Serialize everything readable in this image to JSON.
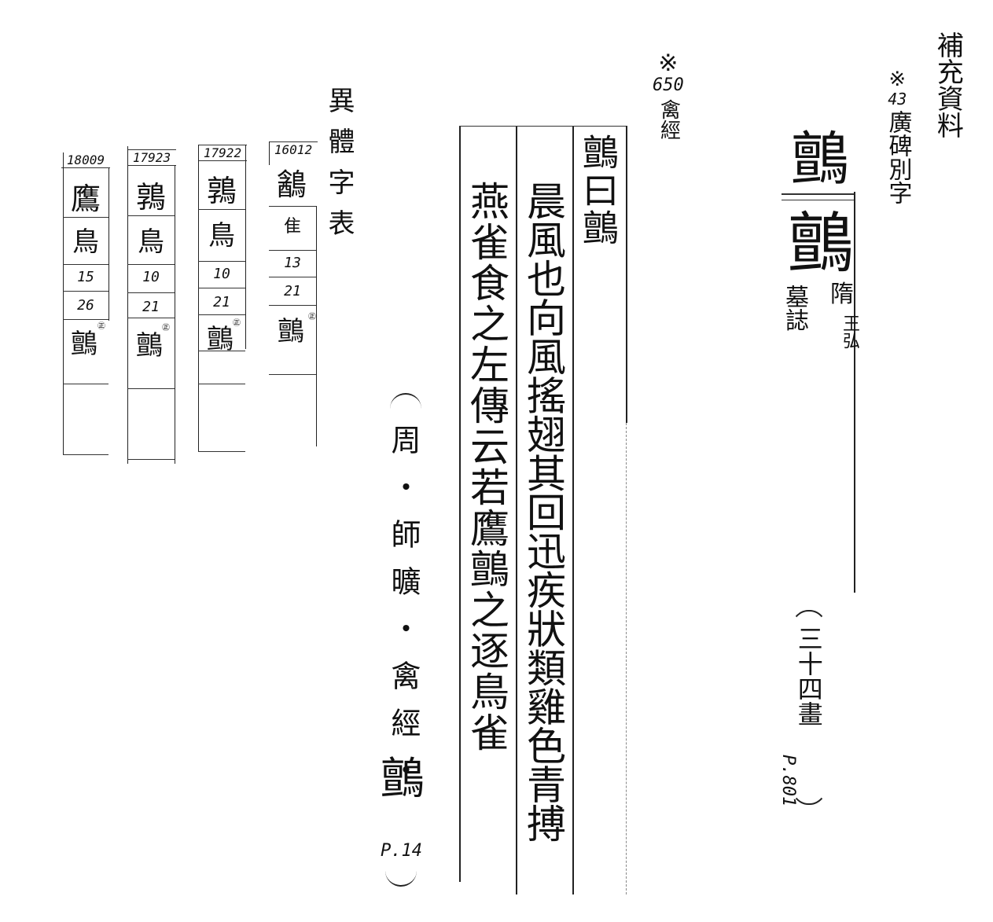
{
  "supplement": {
    "title": "補充資料",
    "ref_mark": "※",
    "ref_number": "43",
    "ref_label": "廣碑別字"
  },
  "headword": {
    "variant": "鸇",
    "main": "鸇",
    "source_dynasty": "隋",
    "source_person": "王弘",
    "source_type": "墓誌",
    "stroke_label": "三十四畫",
    "page": "P.801"
  },
  "entry": {
    "ref_mark": "※",
    "ref_number": "650",
    "ref_source": "禽經",
    "column1": "鸇曰鸇",
    "column2": "晨風也向風搖翅其回迅疾狀類雞色青搏",
    "column3": "燕雀食之左傳云若鷹鸇之逐鳥雀",
    "citation": "周・師曠・禽經・",
    "citation_char": "鸇",
    "citation_page": "P.14"
  },
  "variant_table": {
    "title": "異體字表",
    "columns": [
      {
        "id": "16012",
        "glyph": "䳺",
        "radical": "隹",
        "n1": "13",
        "n2": "21",
        "mapped": "鸇",
        "mark": "㊣"
      },
      {
        "id": "17922",
        "glyph": "鶉",
        "radical": "鳥",
        "n1": "10",
        "n2": "21",
        "mapped": "鸇",
        "mark": "㊣"
      },
      {
        "id": "17923",
        "glyph": "鶉",
        "radical": "鳥",
        "n1": "10",
        "n2": "21",
        "mapped": "鸇",
        "mark": "㊣"
      },
      {
        "id": "18009",
        "glyph": "鷹",
        "radical": "鳥",
        "n1": "15",
        "n2": "26",
        "mapped": "鸇",
        "mark": "㊣"
      }
    ]
  }
}
